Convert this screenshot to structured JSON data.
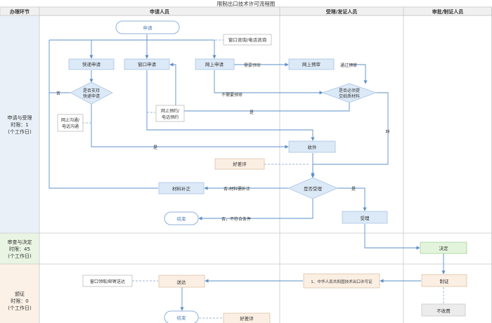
{
  "title": "限制出口技术许可流程图",
  "columns": {
    "stage": "办理环节",
    "applicant": "申请人员",
    "receiver": "受理/发证人员",
    "approver": "审批/制证人员"
  },
  "lanes": {
    "accept": [
      "申请与受理",
      "时限：1",
      "(个工作日)"
    ],
    "review": [
      "审查与决定",
      "时限：45",
      "(个工作日)"
    ],
    "issue": [
      "颁证",
      "时限：0",
      "(个工作日)"
    ]
  },
  "nodes": {
    "apply": "申请",
    "consult": "窗口咨询/电话咨询",
    "express_apply": "快递申请",
    "window_apply": "窗口申请",
    "online_apply": "网上申请",
    "online_pretrial": "网上预审",
    "express_supported": [
      "是否支持",
      "快递申请"
    ],
    "need_paper": [
      "是否必须提",
      "交纸质材料"
    ],
    "online_consult": [
      "网上沟通/",
      "电话沟通"
    ],
    "online_booking": [
      "网上预约/",
      "电话预约"
    ],
    "receive": "收件",
    "good_review_1": "好差评",
    "accepted_check": "是否受理",
    "supplement": "材料补正",
    "end_1": "结束",
    "accept": "受理",
    "decision": "决定",
    "certify": "制证",
    "window_pickup": "窗口领取/邮寄送达",
    "deliver": "送达",
    "certificate": "1、中华人民共和国技术出口许可证",
    "no_fee": "不收费",
    "end_2": "结束",
    "good_review_2": "好差评"
  },
  "edge_labels": {
    "no_1": "否",
    "yes_1": "是",
    "need_pretrial": "需要预审",
    "pass_pretrial": "通过预审",
    "no_pretrial": "不需要预审",
    "yes_2": "是",
    "no_2": "否",
    "yes_3": "是",
    "no_supplement": "否-材料需补正",
    "yes_4": "是",
    "no_reject": "否，不符合条件"
  },
  "colors": {
    "header_bg": "#f0f0f0",
    "stage_bg_1": "#eaf0f8",
    "stage_bg_2": "#e9f4e3",
    "stage_bg_3": "#fbf1e6",
    "node_fill": "#dce9f7",
    "node_stroke": "#a9c4e4",
    "green_fill": "#e3f4dc",
    "green_stroke": "#a6d196",
    "peach_fill": "#fbeee2",
    "peach_stroke": "#dcc3a7",
    "grey_fill": "#ececec",
    "arrow": "#5b8fc9"
  }
}
